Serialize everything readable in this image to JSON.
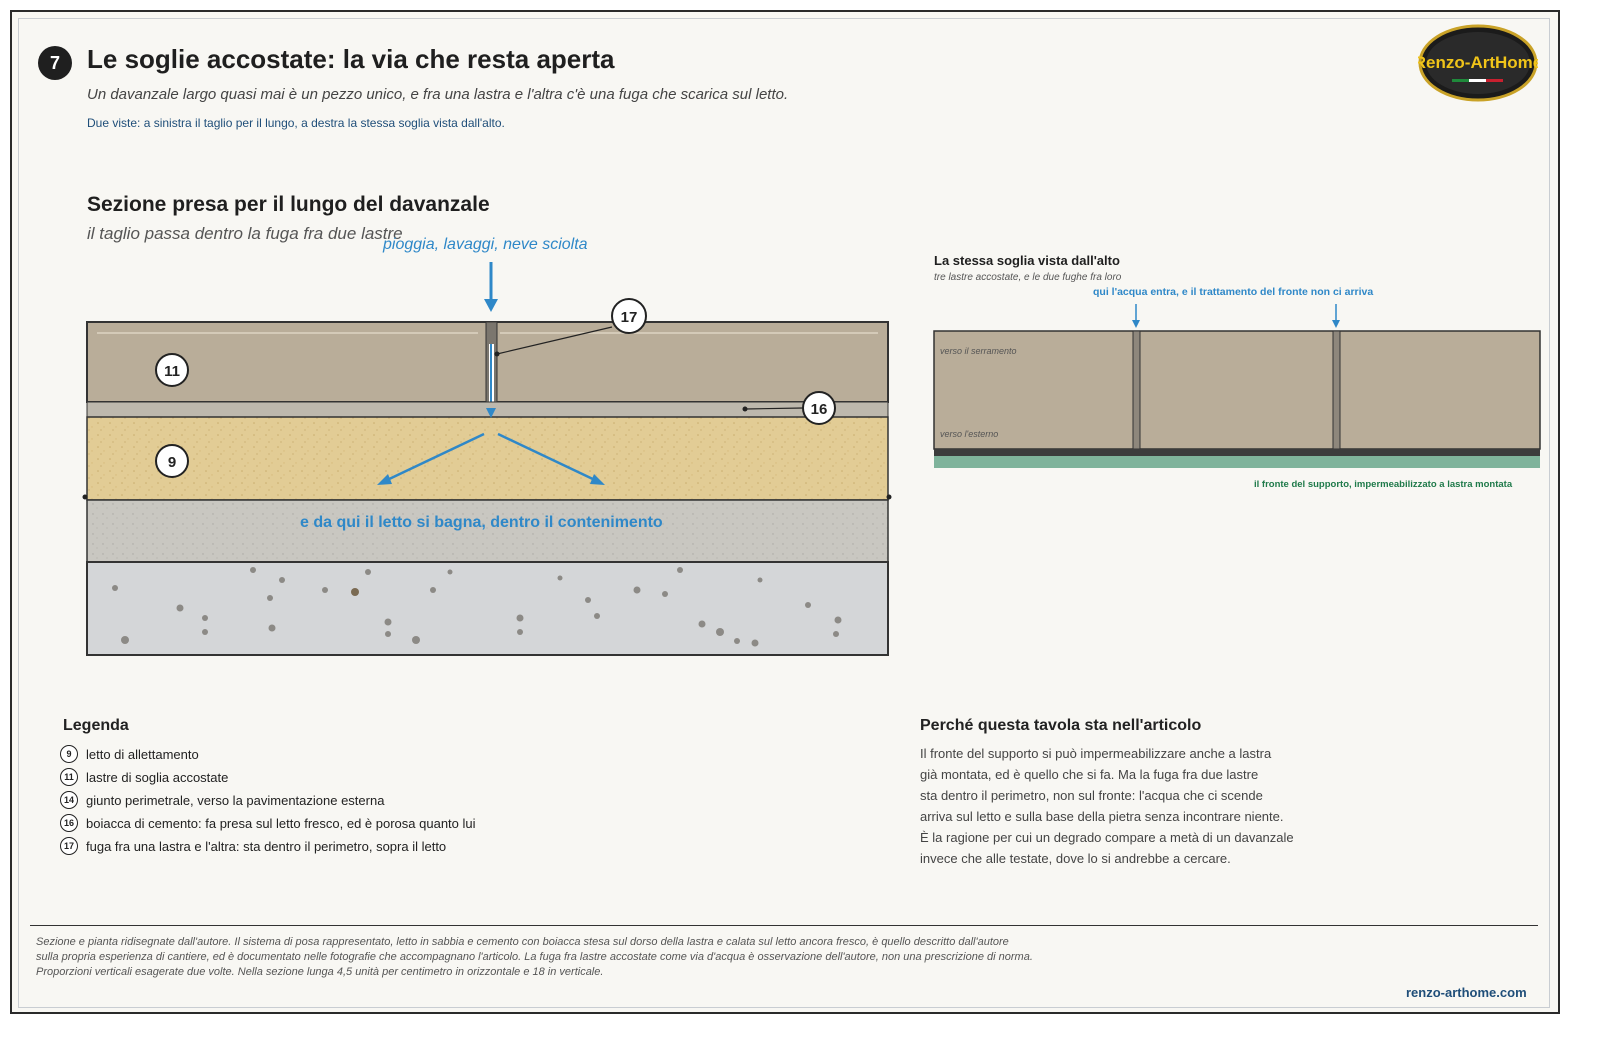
{
  "header": {
    "number": "7",
    "title": "Le soglie accostate: la via che resta aperta",
    "subtitle": "Un davanzale largo quasi mai è un pezzo unico, e fra una lastra e l'altra c'è una fuga che scarica sul letto.",
    "note": "Due viste: a sinistra il taglio per il lungo, a destra la stessa soglia vista dall'alto."
  },
  "logo": {
    "text": "Renzo-ArtHome"
  },
  "section": {
    "title": "Sezione presa per il lungo del davanzale",
    "subtitle": "il taglio passa dentro la fuga fra due lastre",
    "rain_label": "pioggia, lavaggi, neve sciolta",
    "bed_label": "e da qui il letto si bagna, dentro il contenimento",
    "markers": {
      "m11": "11",
      "m9": "9",
      "m16": "16",
      "m17": "17"
    }
  },
  "plan": {
    "title": "La stessa soglia vista dall'alto",
    "subtitle": "tre lastre accostate, e le due fughe fra loro",
    "water_label": "qui l'acqua entra, e il trattamento del fronte non ci arriva",
    "top_label": "verso il serramento",
    "bottom_label": "verso l'esterno",
    "front_label": "il fronte del supporto, impermeabilizzato a lastra montata"
  },
  "legend": {
    "title": "Legenda",
    "items": [
      {
        "num": "9",
        "text": "letto di allettamento"
      },
      {
        "num": "11",
        "text": "lastre di soglia accostate"
      },
      {
        "num": "14",
        "text": "giunto perimetrale, verso la pavimentazione esterna"
      },
      {
        "num": "16",
        "text": "boiacca di cemento: fa presa sul letto fresco, ed è porosa quanto lui"
      },
      {
        "num": "17",
        "text": "fuga fra una lastra e l'altra: sta dentro il perimetro, sopra il letto"
      }
    ]
  },
  "why": {
    "title": "Perché questa tavola sta nell'articolo",
    "lines": [
      "Il fronte del supporto si può impermeabilizzare anche a lastra",
      "già montata, ed è quello che si fa. Ma la fuga fra due lastre",
      "sta dentro il perimetro, non sul fronte: l'acqua che ci scende",
      "arriva sul letto e sulla base della pietra senza incontrare niente.",
      "È la ragione per cui un degrado compare a metà di un davanzale",
      "invece che alle testate, dove lo si andrebbe a cercare."
    ]
  },
  "footer": {
    "lines": [
      "Sezione e pianta ridisegnate dall'autore. Il sistema di posa rappresentato, letto in sabbia e cemento con boiacca stesa sul dorso della lastra e calata sul letto ancora fresco, è quello descritto dall'autore",
      "sulla propria esperienza di cantiere, ed è documentato nelle fotografie che accompagnano l'articolo. La fuga fra lastre accostate come via d'acqua è osservazione dell'autore, non una prescrizione di norma.",
      "Proporzioni verticali esagerate due volte. Nella sezione lunga 4,5 unità per centimetro in orizzontale e 18 in verticale."
    ],
    "site": "renzo-arthome.com"
  },
  "colors": {
    "stone": "#b9ad99",
    "bed": "#e2cc95",
    "concrete": "#c9c7c1",
    "water": "#2f88c8",
    "front": "#7fb39b",
    "frontLabel": "#1f7a4a"
  }
}
